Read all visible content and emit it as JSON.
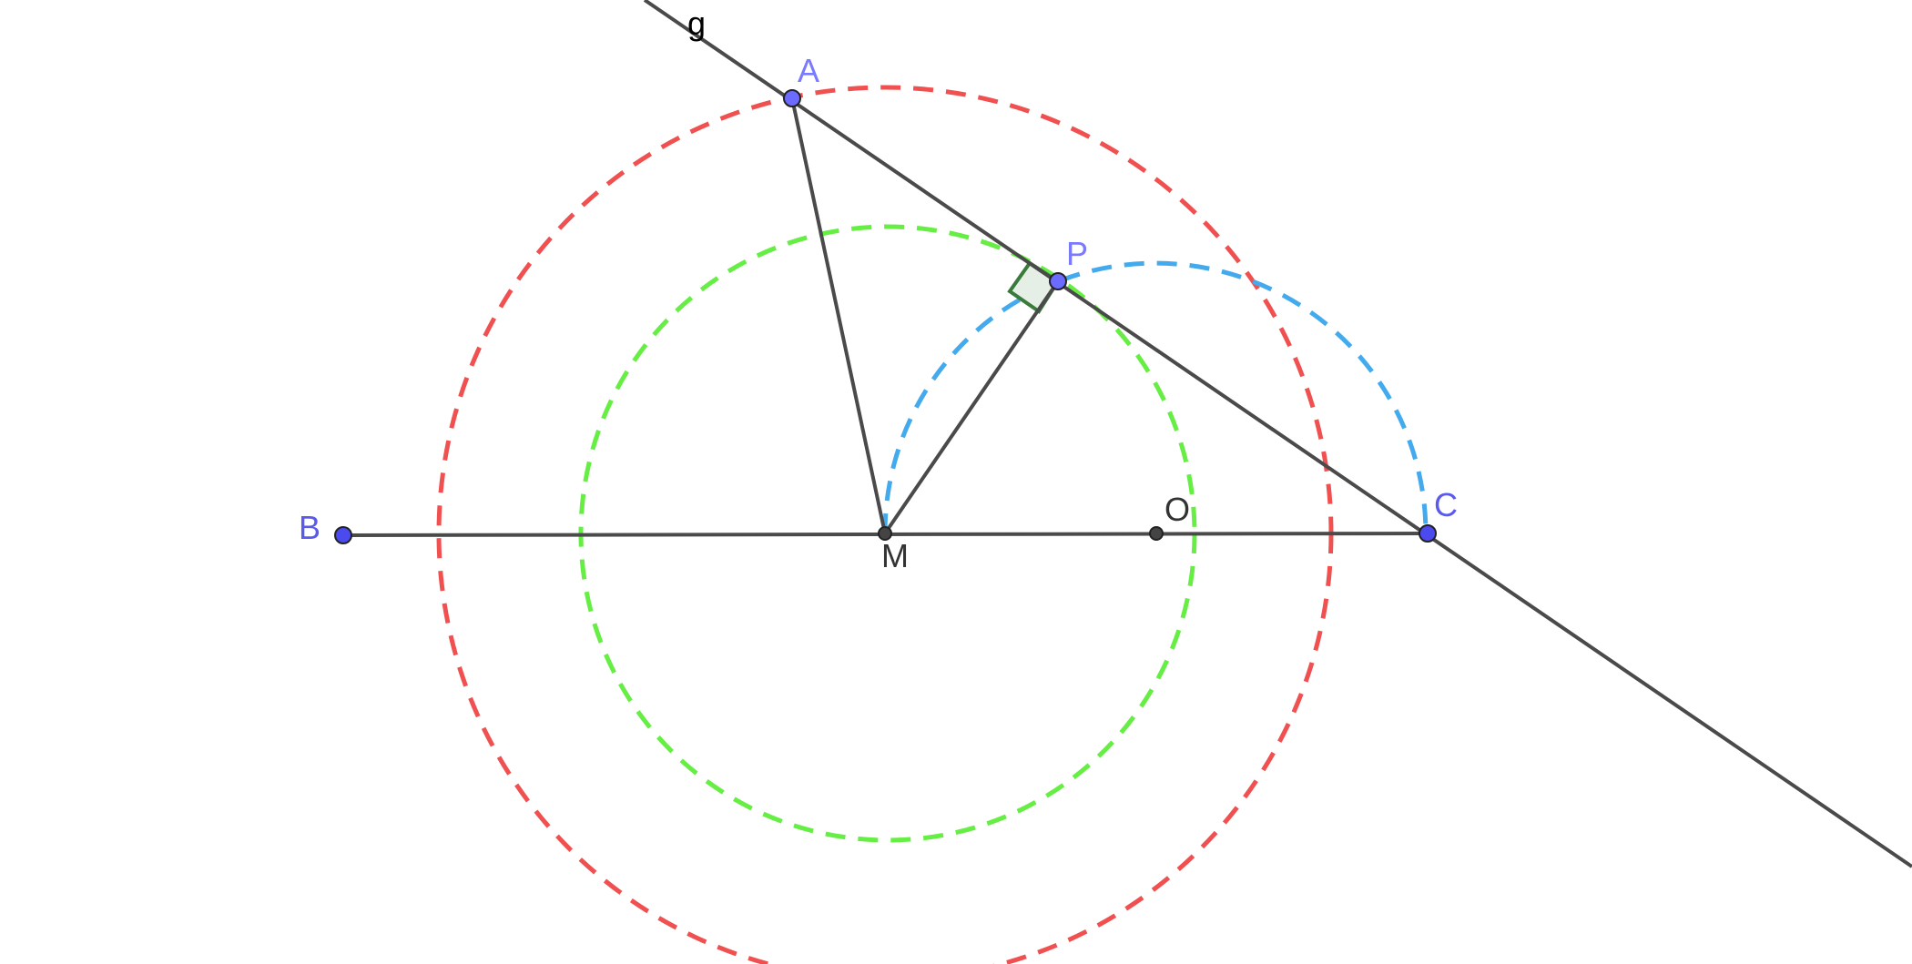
{
  "labels": {
    "A": "A",
    "B": "B",
    "C": "C",
    "P": "P",
    "M": "M",
    "O": "O",
    "g": "g"
  },
  "colors": {
    "line": "#4a4a4a",
    "free_point": "#6b6bff",
    "free_point_label": "#7a7aff",
    "dependent_point": "#444444",
    "dependent_label": "#333333",
    "circle_red": "#f05050",
    "circle_green": "#66ee44",
    "circle_blue": "#44aaee",
    "right_angle_stroke": "#3a7a3a",
    "right_angle_fill": "#e6efe6",
    "line_label": "#000000"
  }
}
